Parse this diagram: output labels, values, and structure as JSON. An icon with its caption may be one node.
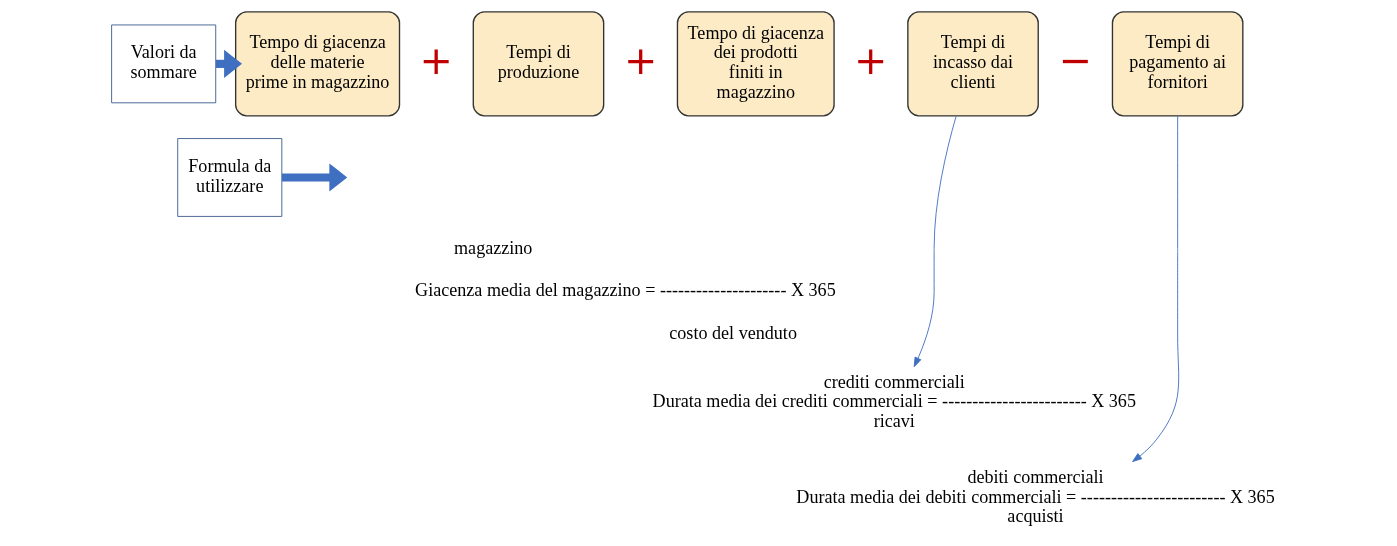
{
  "diagram": {
    "nodes": [
      {
        "text": [
          "Valori da sommare"
        ]
      },
      {
        "text": [
          "Formula da utilizzare"
        ]
      },
      {
        "text": [
          "Tempo di giacenza delle materie prime in magazzino"
        ]
      },
      {
        "text": [
          "Tempi di produzione"
        ]
      },
      {
        "text": [
          "Tempo di giacenza dei prodotti finiti in magazzino"
        ]
      },
      {
        "text": [
          "Tempi di incasso dai clienti"
        ]
      },
      {
        "text": [
          "Tempi di pagamento ai fornitori"
        ]
      },
      {
        "text": [
          "crediti commerciali",
          "Durata media dei crediti commerciali = ------------------------ X 365",
          "ricavi"
        ]
      },
      {
        "text": [
          "debiti commerciali",
          "Durata media dei debiti commerciali = ------------------------ X 365",
          "acquisti"
        ]
      }
    ],
    "edges": [
      {
        "from": 0,
        "to": 2,
        "arrow": "to",
        "style": "thick"
      },
      {
        "from": 1,
        "to": null,
        "arrow": "to",
        "style": "thick"
      },
      {
        "from": 5,
        "to": 7,
        "arrow": "to"
      },
      {
        "from": 6,
        "to": 8,
        "arrow": "to"
      }
    ],
    "labels": [
      "+",
      "+",
      "+",
      "−",
      "magazzino",
      "Giacenza media del magazzino = --------------------- X 365",
      "costo del venduto"
    ]
  }
}
